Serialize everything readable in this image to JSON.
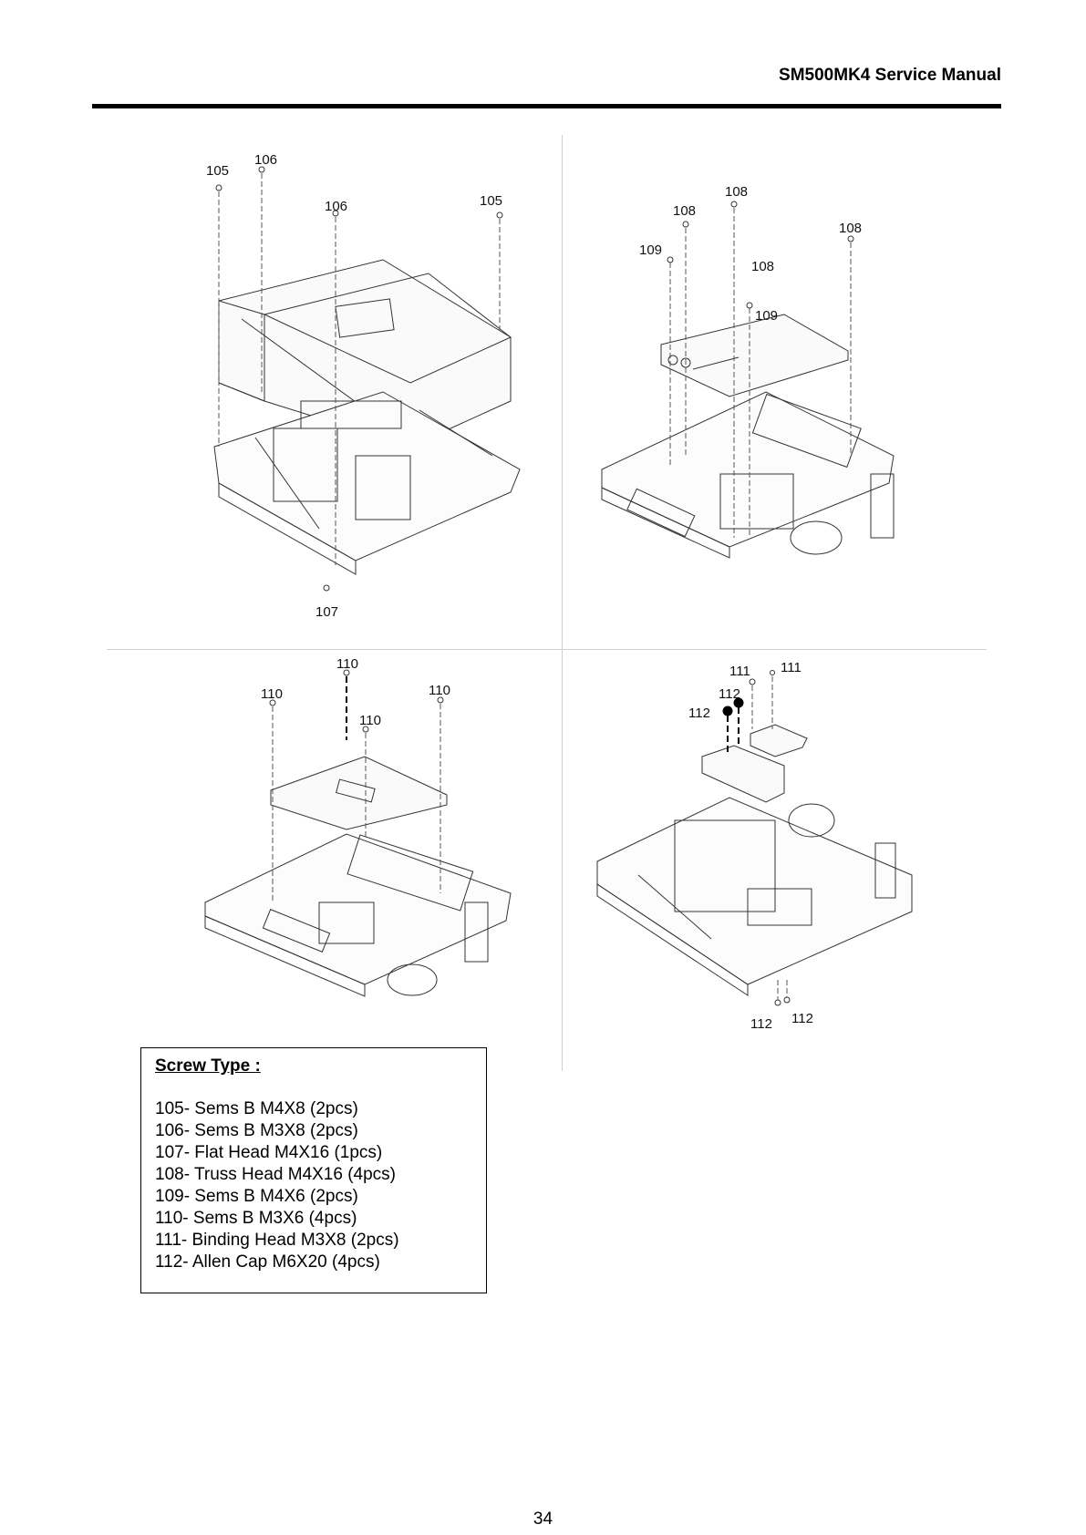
{
  "header": {
    "title": "SM500MK4 Service Manual"
  },
  "diagrams": {
    "top_left": {
      "labels": [
        "105",
        "106",
        "106",
        "105",
        "107"
      ]
    },
    "top_right": {
      "labels": [
        "108",
        "108",
        "108",
        "109",
        "108",
        "109"
      ]
    },
    "bottom_left": {
      "labels": [
        "110",
        "110",
        "110",
        "110"
      ]
    },
    "bottom_right": {
      "labels": [
        "111",
        "111",
        "112",
        "112",
        "112",
        "112"
      ]
    }
  },
  "screw_type": {
    "title": "Screw Type :",
    "items": [
      "105- Sems B M4X8 (2pcs)",
      "106- Sems B M3X8 (2pcs)",
      "107- Flat Head M4X16 (1pcs)",
      "108- Truss Head M4X16 (4pcs)",
      "109- Sems B M4X6 (2pcs)",
      "110- Sems B M3X6 (4pcs)",
      "111- Binding Head M3X8 (2pcs)",
      "112- Allen Cap M6X20 (4pcs)"
    ]
  },
  "footer": {
    "page_number": "34"
  }
}
